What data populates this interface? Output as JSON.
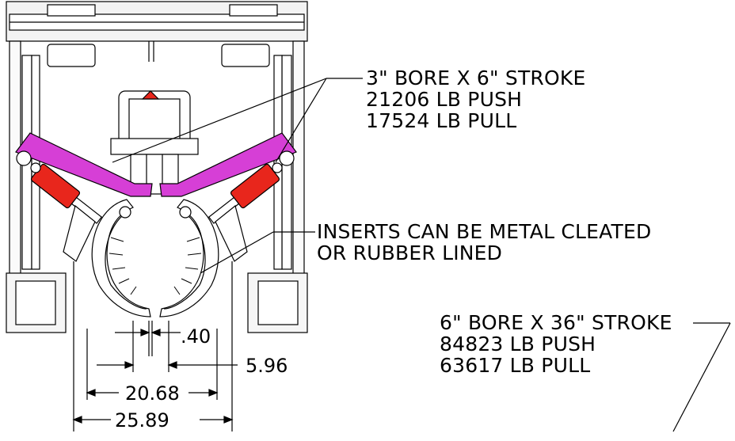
{
  "callouts": {
    "small_cylinder": {
      "line1": "3\" BORE X 6\" STROKE",
      "line2": "21206 LB PUSH",
      "line3": "17524 LB PULL"
    },
    "inserts": {
      "line1": "INSERTS CAN BE METAL CLEATED",
      "line2": "OR RUBBER LINED"
    },
    "large_cylinder": {
      "line1": "6\" BORE X 36\" STROKE",
      "line2": "84823 LB PUSH",
      "line3": "63617 LB PULL"
    }
  },
  "dimensions": {
    "gap": ".40",
    "min_opening": "5.96",
    "mid_opening": "20.68",
    "max_opening": "25.89"
  },
  "colors": {
    "linkage_arm": "#d63fd6",
    "cylinder": "#e8261c",
    "line": "#000000"
  }
}
